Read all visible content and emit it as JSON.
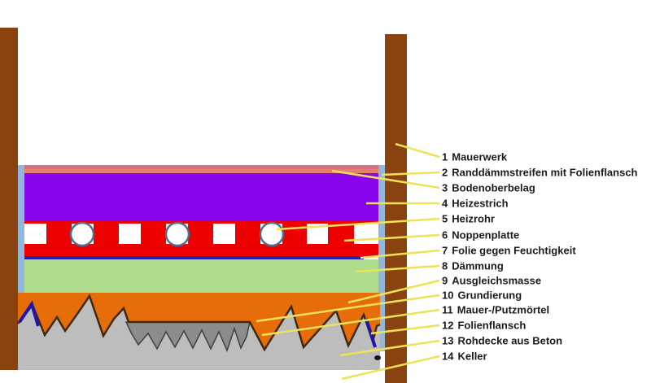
{
  "diagram": {
    "description": "Querschnitt Fussbodenheizung Aufbau (cross-section of under-floor heating build-up)",
    "colors": {
      "background": "#ffffff",
      "wall": "#8a430e",
      "edge_strip": "#93b7da",
      "covering_rose": "#d66e7e",
      "covering_salmon": "#e5826e",
      "screed": "#8805ec",
      "nub_plate": "#ee0000",
      "pipe_fill": "#ffffff",
      "pipe_stroke": "#4f6d8e",
      "moisture_foil": "#2222aa",
      "insulation": "#aedd8d",
      "leveling": "#e66d0a",
      "primer_line": "#3d2a0e",
      "mortar": "#8c8c8c",
      "mortar_stroke": "#3f3f3f",
      "slab": "#bdbdbd",
      "flange": "#1f16ad",
      "dot": "#151515",
      "leader": "#eee257"
    }
  },
  "labels": [
    {
      "number": "1",
      "name": "Mauerwerk"
    },
    {
      "number": "2",
      "name": "Randdämmstreifen mit Folienflansch"
    },
    {
      "number": "3",
      "name": "Bodenoberbelag"
    },
    {
      "number": "4",
      "name": "Heizestrich"
    },
    {
      "number": "5",
      "name": "Heizrohr"
    },
    {
      "number": "6",
      "name": "Noppenplatte"
    },
    {
      "number": "7",
      "name": "Folie gegen Feuchtigkeit"
    },
    {
      "number": "8",
      "name": "Dämmung"
    },
    {
      "number": "9",
      "name": "Ausgleichsmasse"
    },
    {
      "number": "10",
      "name": "Grundierung"
    },
    {
      "number": "11",
      "name": "Mauer-/Putzmörtel"
    },
    {
      "number": "12",
      "name": "Folienflansch"
    },
    {
      "number": "13",
      "name": "Rohdecke aus Beton"
    },
    {
      "number": "14",
      "name": "Keller"
    }
  ]
}
